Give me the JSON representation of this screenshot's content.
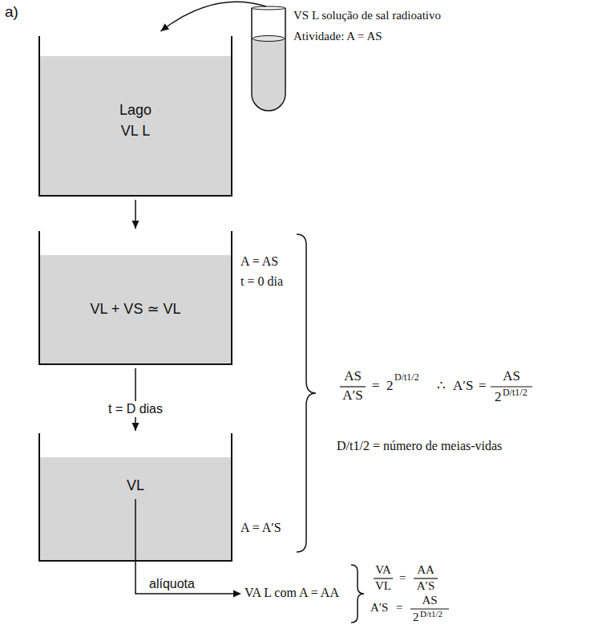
{
  "diagram": {
    "nodes": [
      {
        "text": [
          "VS L solução de sal radioativo",
          "Atividade: A = AS"
        ]
      },
      {
        "text": [
          "Lago",
          "VL L"
        ]
      },
      {
        "text": [
          "VL + VS ≃ VL"
        ]
      },
      {
        "text": [
          "VL"
        ]
      }
    ],
    "edges": [
      {
        "from": 0,
        "to": 1,
        "arrow": "to"
      },
      {
        "from": 1,
        "to": 2,
        "arrow": "to"
      },
      {
        "from": 2,
        "to": 3,
        "label": "t = D dias",
        "arrow": "to"
      }
    ],
    "labels": [
      "a)",
      "A = AS",
      "t = 0 dia",
      "AS",
      "A′S",
      "=",
      "2",
      "D/t1/2",
      "∴",
      "A′S",
      "=",
      "AS",
      "2",
      "D/t1/2",
      "D/t1/2 = número de meias-vidas",
      "A = A′S",
      "alíquota",
      "VA L com A = AA",
      "VA",
      "VL",
      "=",
      "AA",
      "A′S",
      "A′S",
      "=",
      "AS",
      "2",
      "D/t1/2"
    ]
  }
}
